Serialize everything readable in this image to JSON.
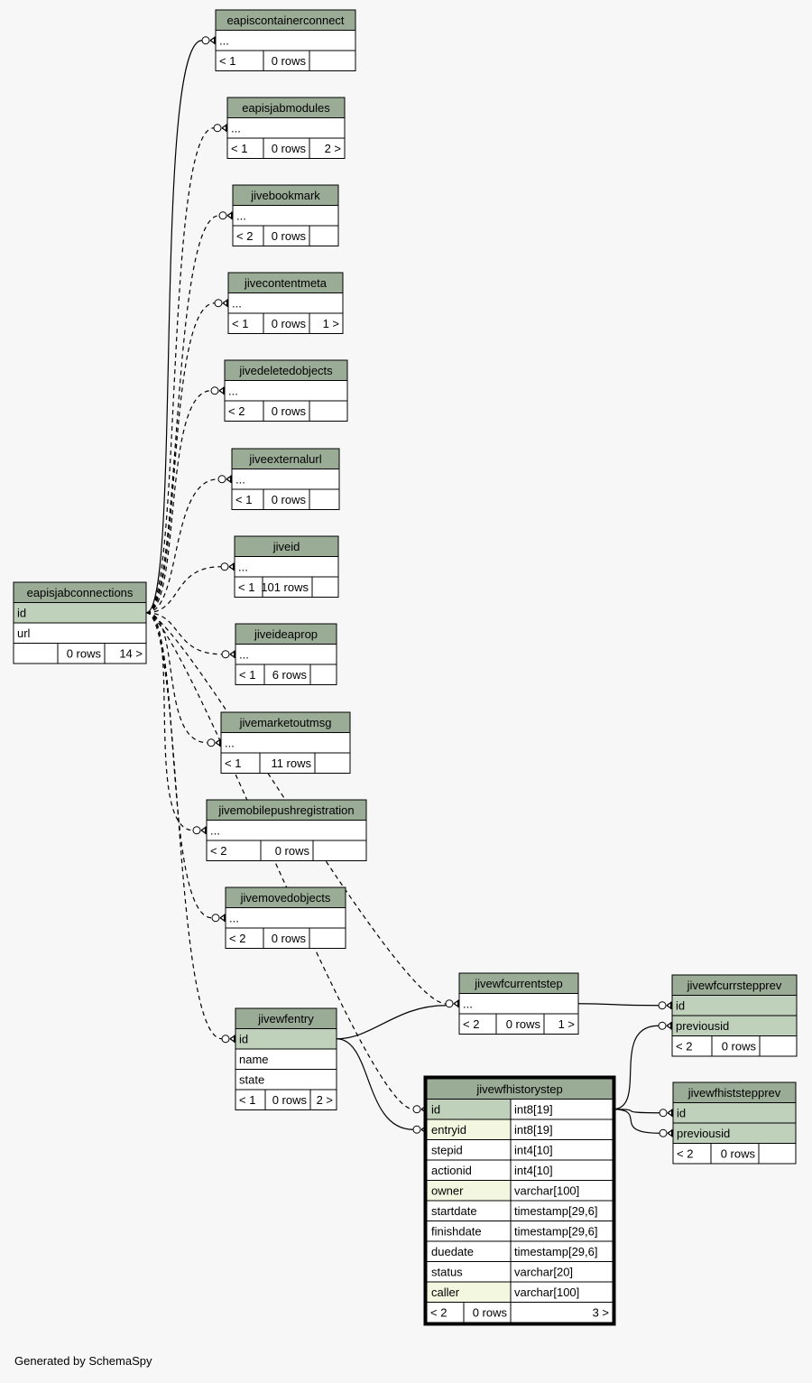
{
  "footer": "Generated by SchemaSpy",
  "colors": {
    "background": "#f7f7f7",
    "header": "#9aab96",
    "key_column": "#bfd1bb",
    "indexed_column": "#f4f7df",
    "plain_column": "#ffffff",
    "line": "#000000"
  },
  "tables": [
    {
      "name": "eapiscontainerconnect",
      "columns": [
        {
          "label": "..."
        }
      ],
      "footer": [
        "< 1",
        "0 rows",
        ""
      ]
    },
    {
      "name": "eapisjabmodules",
      "columns": [
        {
          "label": "..."
        }
      ],
      "footer": [
        "< 1",
        "0 rows",
        "2 >"
      ]
    },
    {
      "name": "jivebookmark",
      "columns": [
        {
          "label": "..."
        }
      ],
      "footer": [
        "< 2",
        "0 rows",
        ""
      ]
    },
    {
      "name": "jivecontentmeta",
      "columns": [
        {
          "label": "..."
        }
      ],
      "footer": [
        "< 1",
        "0 rows",
        "1 >"
      ]
    },
    {
      "name": "jivedeletedobjects",
      "columns": [
        {
          "label": "..."
        }
      ],
      "footer": [
        "< 2",
        "0 rows",
        ""
      ]
    },
    {
      "name": "jiveexternalurl",
      "columns": [
        {
          "label": "..."
        }
      ],
      "footer": [
        "< 1",
        "0 rows",
        ""
      ]
    },
    {
      "name": "jiveid",
      "columns": [
        {
          "label": "..."
        }
      ],
      "footer": [
        "< 1",
        "101 rows",
        ""
      ]
    },
    {
      "name": "jiveideaprop",
      "columns": [
        {
          "label": "..."
        }
      ],
      "footer": [
        "< 1",
        "6 rows",
        ""
      ]
    },
    {
      "name": "jivemarketoutmsg",
      "columns": [
        {
          "label": "..."
        }
      ],
      "footer": [
        "< 1",
        "11 rows",
        ""
      ]
    },
    {
      "name": "jivemobilepushregistration",
      "columns": [
        {
          "label": "..."
        }
      ],
      "footer": [
        "< 2",
        "0 rows",
        ""
      ]
    },
    {
      "name": "jivemovedobjects",
      "columns": [
        {
          "label": "..."
        }
      ],
      "footer": [
        "< 2",
        "0 rows",
        ""
      ]
    },
    {
      "name": "eapisjabconnections",
      "columns": [
        {
          "label": "id",
          "kind": "key"
        },
        {
          "label": "url"
        }
      ],
      "footer": [
        "",
        "0 rows",
        "14 >"
      ]
    },
    {
      "name": "jivewfcurrentstep",
      "columns": [
        {
          "label": "..."
        }
      ],
      "footer": [
        "< 2",
        "0 rows",
        "1 >"
      ]
    },
    {
      "name": "jivewfcurrstepprev",
      "columns": [
        {
          "label": "id",
          "kind": "key"
        },
        {
          "label": "previousid",
          "kind": "key"
        }
      ],
      "footer": [
        "< 2",
        "0 rows",
        ""
      ]
    },
    {
      "name": "jivewfentry",
      "columns": [
        {
          "label": "id",
          "kind": "key"
        },
        {
          "label": "name"
        },
        {
          "label": "state"
        }
      ],
      "footer": [
        "< 1",
        "0 rows",
        "2 >"
      ]
    },
    {
      "name": "jivewfhiststepprev",
      "columns": [
        {
          "label": "id",
          "kind": "key"
        },
        {
          "label": "previousid",
          "kind": "key"
        }
      ],
      "footer": [
        "< 2",
        "0 rows",
        ""
      ]
    },
    {
      "name": "jivewfhistorystep",
      "focus": true,
      "columns": [
        {
          "label": "id",
          "type": "int8[19]",
          "kind": "key"
        },
        {
          "label": "entryid",
          "type": "int8[19]",
          "kind": "indexed"
        },
        {
          "label": "stepid",
          "type": "int4[10]"
        },
        {
          "label": "actionid",
          "type": "int4[10]"
        },
        {
          "label": "owner",
          "type": "varchar[100]",
          "kind": "indexed"
        },
        {
          "label": "startdate",
          "type": "timestamp[29,6]"
        },
        {
          "label": "finishdate",
          "type": "timestamp[29,6]"
        },
        {
          "label": "duedate",
          "type": "timestamp[29,6]"
        },
        {
          "label": "status",
          "type": "varchar[20]"
        },
        {
          "label": "caller",
          "type": "varchar[100]",
          "kind": "indexed"
        }
      ],
      "footer": [
        "< 2",
        "0 rows",
        "3 >"
      ]
    }
  ]
}
